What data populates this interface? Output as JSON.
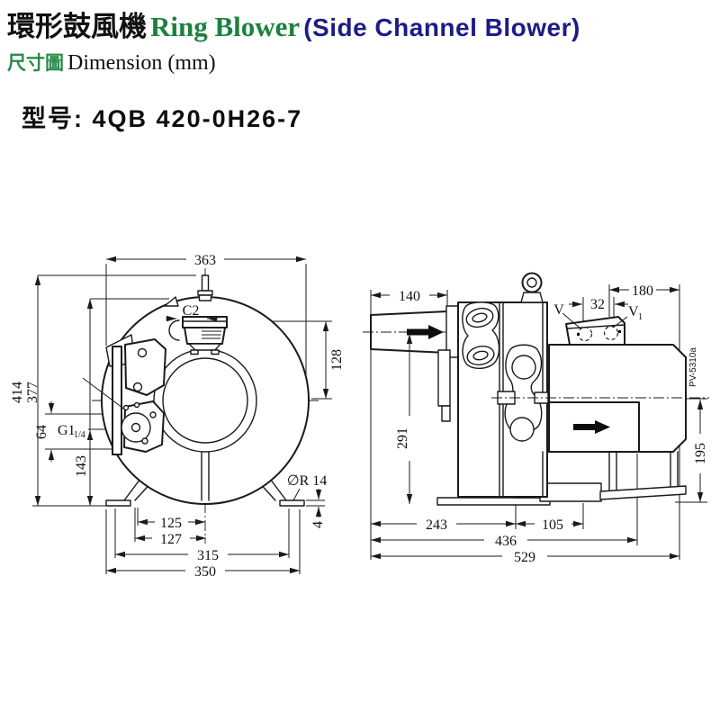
{
  "header": {
    "title_cjk": "環形鼓風機",
    "title_en": "Ring Blower",
    "title_paren": "(Side Channel Blower)",
    "subtitle_cjk": "尺寸圖",
    "subtitle_en": "Dimension (mm)",
    "model_label": "型号:",
    "model_value": "4QB 420-0H26-7"
  },
  "colors": {
    "title_green": "#1e8040",
    "title_navy": "#1c1c87",
    "line_ink": "#1a1a1a"
  },
  "front_view": {
    "dims": {
      "overall_width": "363",
      "overall_height": "414",
      "upper_height": "377",
      "muffler_height": "128",
      "inlet_offset": "C2",
      "port_pitch": "64",
      "thread_main": "G1",
      "thread_sub": "1/4",
      "drain_height": "143",
      "foot_inner": "125",
      "foot_inner2": "127",
      "bolt_span": "315",
      "foot_overall": "350",
      "bolt_hole": "∅R 14",
      "pad_thickness": "4"
    }
  },
  "side_view": {
    "dims": {
      "inlet_length": "140",
      "terminal_width": "180",
      "gland_pitch": "32",
      "v_label": "V",
      "v1_main": "V",
      "v1_sub": "1",
      "center_height": "291",
      "motor_height": "195",
      "base_front": "243",
      "base_mid": "105",
      "length_mid": "436",
      "overall_length": "529",
      "drawing_code": "PV-5310a"
    }
  }
}
